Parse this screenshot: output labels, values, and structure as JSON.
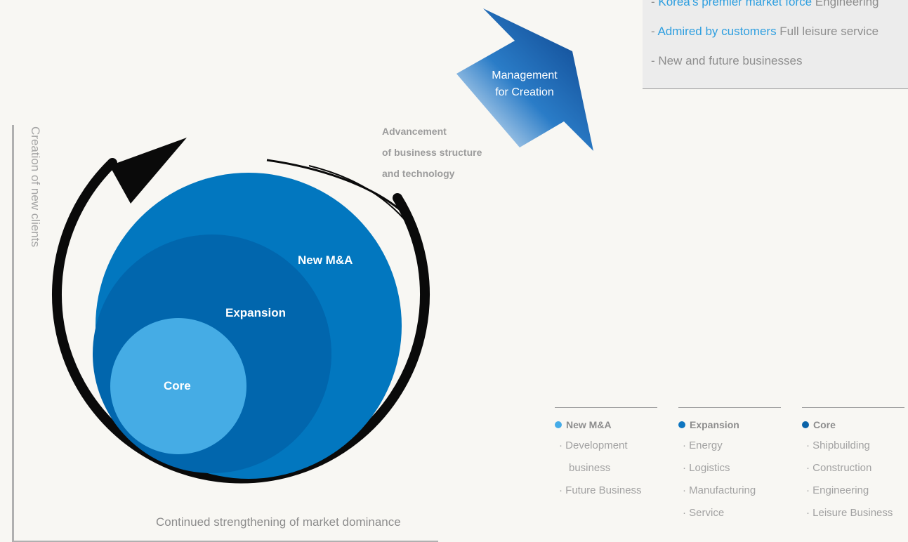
{
  "panel": {
    "line1": {
      "prefix": "- ",
      "highlight": "Korea's premier market force",
      "rest": " Engineering"
    },
    "line2": {
      "prefix": "- ",
      "highlight": "Admired by customers",
      "rest": " Full leisure service"
    },
    "line3": "- New and future businesses"
  },
  "arrow": {
    "label_line1": "Management",
    "label_line2": "for Creation"
  },
  "advancement": [
    "Advancement",
    "of business structure",
    "and technology"
  ],
  "axes": {
    "vertical_label": "Creation of new clients",
    "horizontal_label": "Continued strengthening of market dominance"
  },
  "circles": {
    "outer": "New M&A",
    "middle": "Expansion",
    "inner": "Core"
  },
  "legend": [
    {
      "title": "New M&A",
      "color": "#45ace8",
      "items": [
        "· Development",
        "business",
        "· Future Business"
      ]
    },
    {
      "title": " Expansion",
      "color": "#0f76c0",
      "items": [
        "· Energy",
        "· Logistics",
        "· Manufacturing",
        "· Service"
      ]
    },
    {
      "title": "Core",
      "color": "#0b63a8",
      "items": [
        "· Shipbuilding",
        "· Construction",
        "· Engineering",
        "· Leisure Business"
      ]
    }
  ],
  "colors": {
    "outer_circle": "#0277bf",
    "middle_circle": "#0166ad",
    "inner_circle": "#45ace5",
    "highlight_text": "#2f9fe0"
  }
}
